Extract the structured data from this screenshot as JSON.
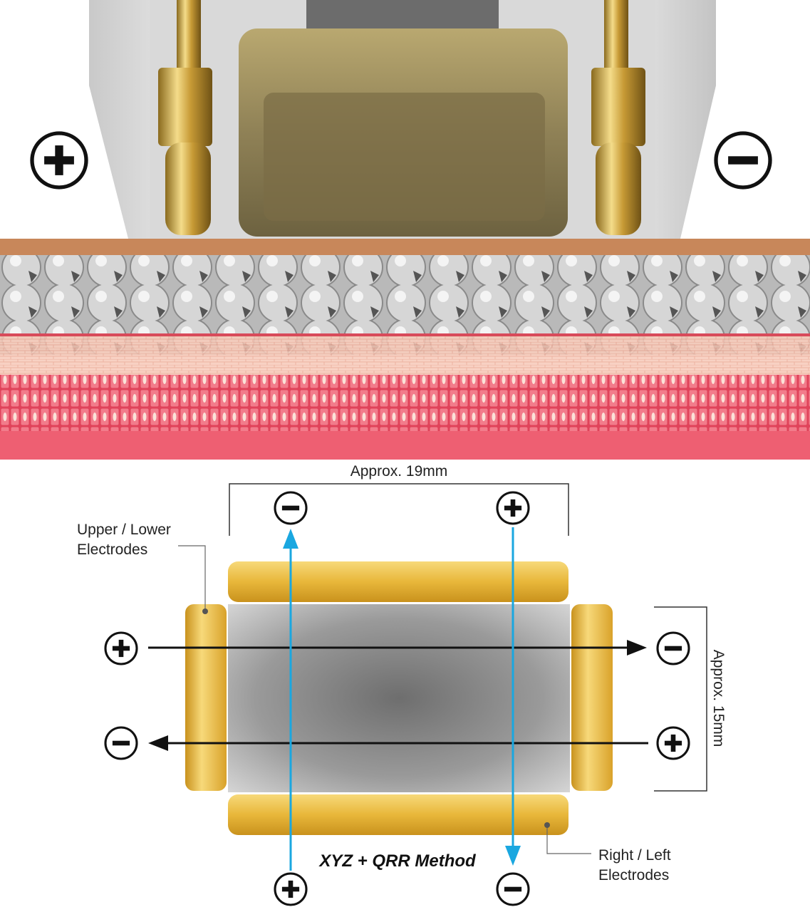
{
  "top_view": {
    "left_polarity": "+",
    "right_polarity": "-"
  },
  "diagram": {
    "width_label": "Approx. 19mm",
    "height_label": "Approx. 15mm",
    "upper_lower_label_line1": "Upper / Lower",
    "upper_lower_label_line2": "Electrodes",
    "right_left_label_line1": "Right / Left",
    "right_left_label_line2": "Electrodes",
    "method_label": "XYZ + QRR Method",
    "polarity": {
      "left_vertical_top": "-",
      "right_vertical_top": "+",
      "left_vertical_bottom": "+",
      "right_vertical_bottom": "-",
      "upper_horizontal_left": "+",
      "upper_horizontal_right": "-",
      "lower_horizontal_left": "-",
      "lower_horizontal_right": "+"
    },
    "colors": {
      "electrode_gold": "#e8b73a",
      "vertical_current": "#1aa7e0",
      "horizontal_current": "#111111"
    }
  }
}
